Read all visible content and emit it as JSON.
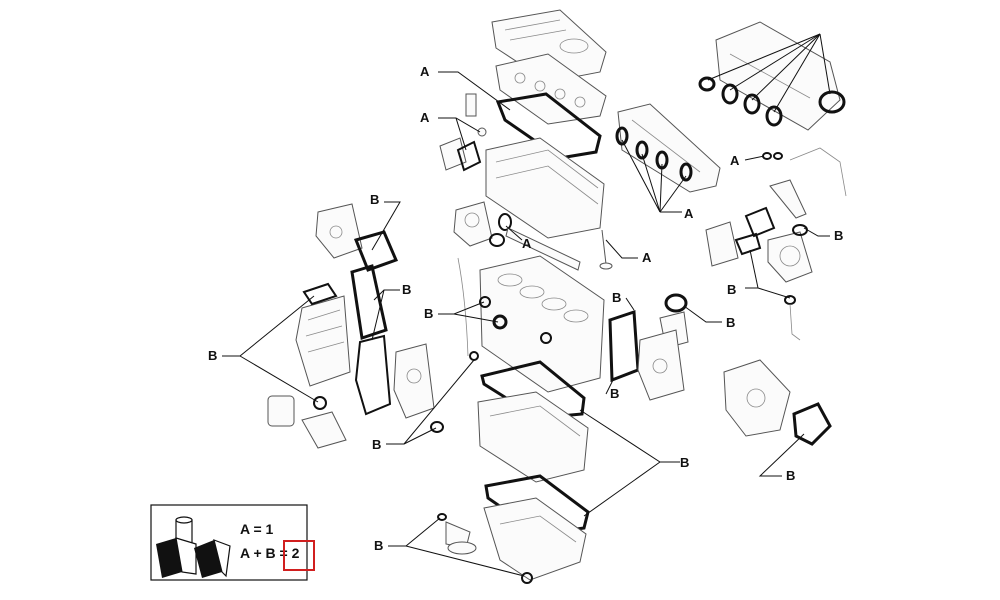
{
  "diagram": {
    "callout_labels": [
      "A",
      "A",
      "A",
      "A",
      "A",
      "A",
      "B",
      "B",
      "B",
      "B",
      "B",
      "B",
      "B",
      "B",
      "B",
      "B",
      "B",
      "B"
    ],
    "legend": {
      "line_1": "A = 1",
      "line_2": "A + B = 2",
      "box_label_1": "",
      "box_label_2": ""
    },
    "colors": {
      "highlight": "#d11f1f",
      "line": "#111111",
      "part": "#555555"
    }
  }
}
